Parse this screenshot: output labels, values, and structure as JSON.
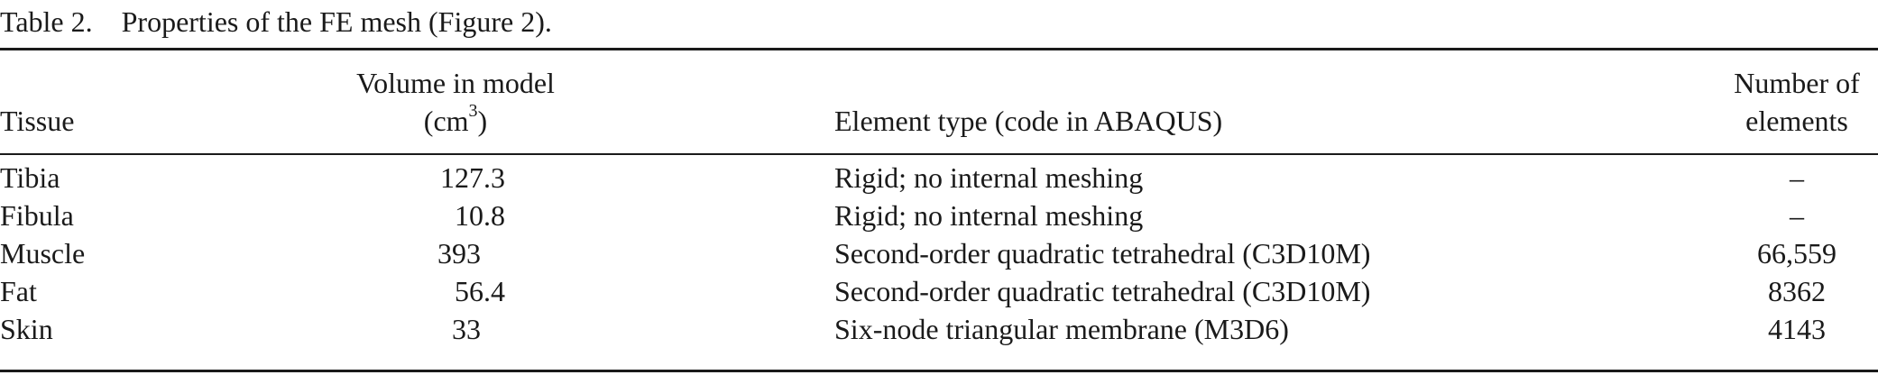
{
  "caption": "Table 2.    Properties of the FE mesh (Figure 2).",
  "headers": {
    "tissue": "Tissue",
    "volume_line1": "Volume in model",
    "volume_line2_pre": "(cm",
    "volume_line2_sup": "3",
    "volume_line2_post": ")",
    "element": "Element type (code in ABAQUS)",
    "number_line1": "Number of",
    "number_line2": "elements"
  },
  "rows": [
    {
      "tissue": "Tibia",
      "volume": "127.3",
      "element": "Rigid; no internal meshing",
      "number": "–"
    },
    {
      "tissue": "Fibula",
      "volume": "10.8",
      "element": "Rigid; no internal meshing",
      "number": "–"
    },
    {
      "tissue": "Muscle",
      "volume": "393",
      "element": "Second-order quadratic tetrahedral (C3D10M)",
      "number": "66,559"
    },
    {
      "tissue": "Fat",
      "volume": "56.4",
      "element": "Second-order quadratic tetrahedral (C3D10M)",
      "number": "8362"
    },
    {
      "tissue": "Skin",
      "volume": "33",
      "element": "Six-node triangular membrane (M3D6)",
      "number": "4143"
    }
  ]
}
